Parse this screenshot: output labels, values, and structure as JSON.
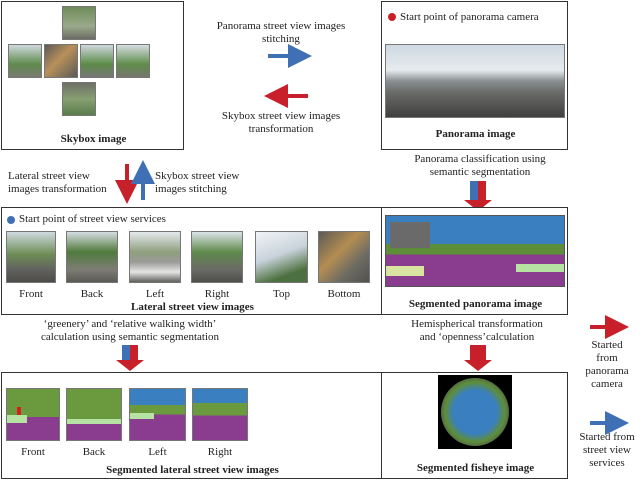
{
  "skybox": {
    "caption": "Skybox image"
  },
  "panorama": {
    "start_label": "Start point of panorama camera",
    "caption": "Panorama image"
  },
  "stitching_label": "Panorama street view images\nstitching",
  "skybox_transform_label": "Skybox street view images\ntransformation",
  "lateral_transform_label": "Lateral street view\nimages transformation",
  "skybox_stitching_label": "Skybox street view\nimages stitching",
  "panorama_classification_label": "Panorama classification using\nsemantic segmentation",
  "lateral": {
    "start_label": "Start point of street view services",
    "views": [
      "Front",
      "Back",
      "Left",
      "Right",
      "Top",
      "Bottom"
    ],
    "caption": "Lateral street view images"
  },
  "segmented_panorama": {
    "caption": "Segmented panorama image"
  },
  "greenery_label": "‘greenery’ and ‘relative walking width’\ncalculation using semantic segmentation",
  "hemispherical_label": "Hemispherical transformation\nand ‘openness’calculation",
  "seg_lateral": {
    "views": [
      "Front",
      "Back",
      "Left",
      "Right"
    ],
    "caption": "Segmented lateral street view images"
  },
  "fisheye": {
    "caption": "Segmented fisheye image"
  },
  "legend": {
    "red_label": "Started\nfrom\npanorama\ncamera",
    "blue_label": "Started from\nstreet view\nservices"
  },
  "colors": {
    "red": "#c8202a",
    "blue": "#3f6fb5"
  }
}
